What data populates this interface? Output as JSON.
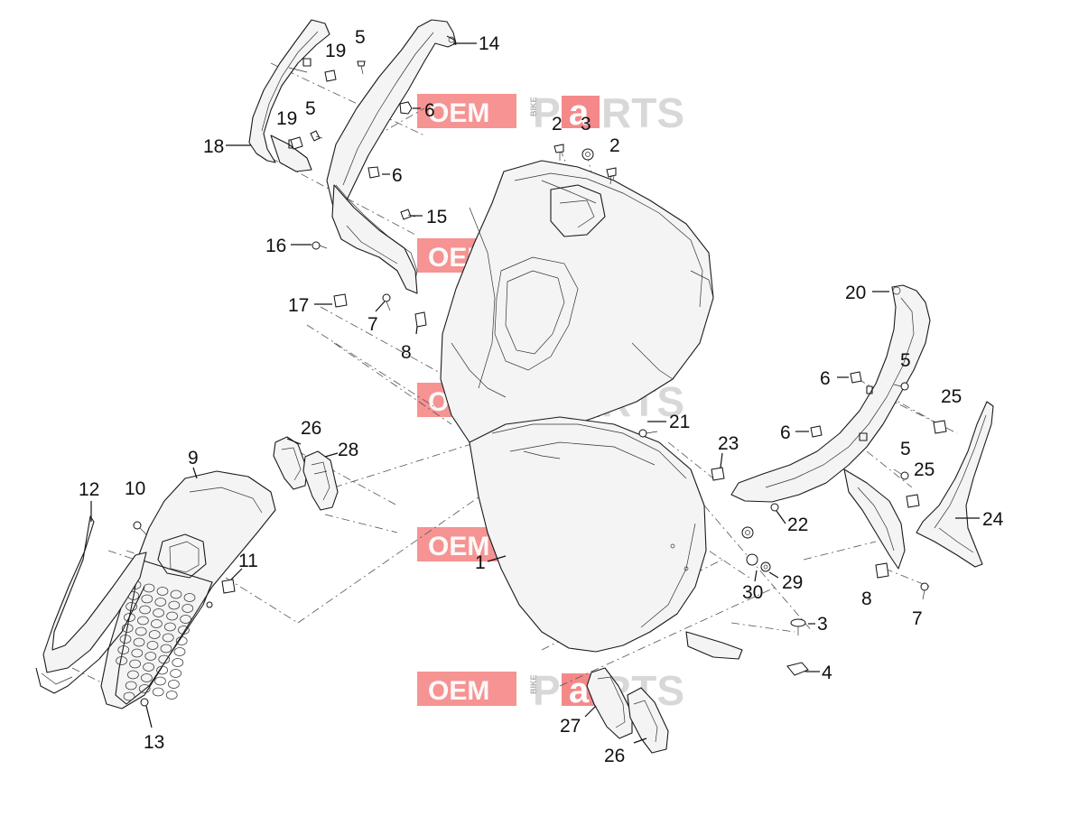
{
  "watermark": {
    "oem": "OEM",
    "bike": "BIKE",
    "parts_pre": "P",
    "parts_a": "a",
    "parts_post": "RTS"
  },
  "callouts": {
    "c1": "1",
    "c2a": "2",
    "c2b": "2",
    "c3a": "3",
    "c3b": "3",
    "c4": "4",
    "c5a": "5",
    "c5b": "5",
    "c5c": "5",
    "c5d": "5",
    "c6a": "6",
    "c6b": "6",
    "c6c": "6",
    "c6d": "6",
    "c7a": "7",
    "c7b": "7",
    "c8a": "8",
    "c8b": "8",
    "c9": "9",
    "c10": "10",
    "c11": "11",
    "c12": "12",
    "c13": "13",
    "c14": "14",
    "c15": "15",
    "c16": "16",
    "c17": "17",
    "c18": "18",
    "c19a": "19",
    "c19b": "19",
    "c20": "20",
    "c21": "21",
    "c22": "22",
    "c23": "23",
    "c24": "24",
    "c25a": "25",
    "c25b": "25",
    "c26a": "26",
    "c26b": "26",
    "c27": "27",
    "c28": "28",
    "c29": "29",
    "c30": "30"
  }
}
